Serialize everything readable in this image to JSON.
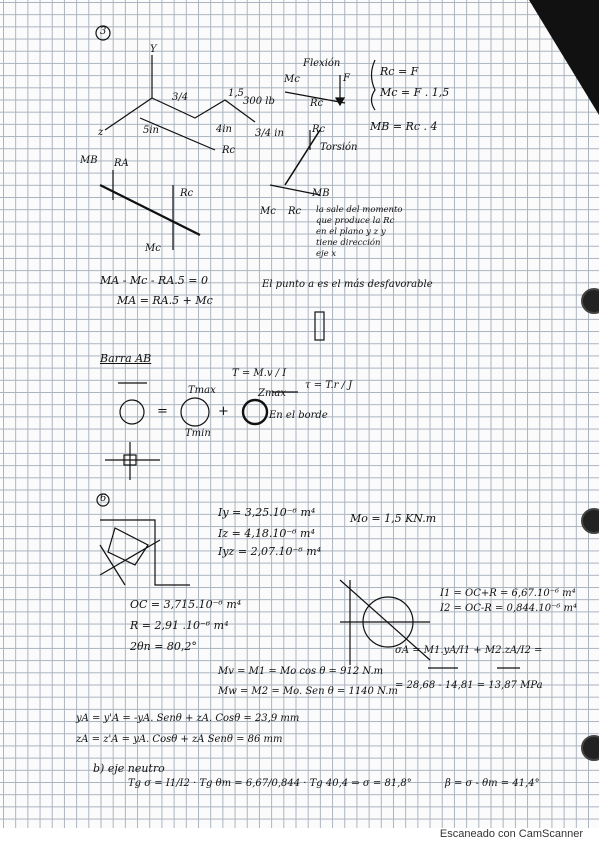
{
  "problem3": {
    "number": "3",
    "y_axis": "Y",
    "z_axis": "z",
    "mc": "Mc",
    "flexion": "Flexión",
    "force": "F",
    "dim_1_5": "1,5",
    "load": "300 lb",
    "dim_5in": "5in",
    "dim_4in": "4in",
    "dim_3_4a": "3/4",
    "dim_3_4b": "3/4 in",
    "ra": "RA",
    "rc": "Rc",
    "mb": "MB",
    "torsion": "Torsión",
    "eq_rc": "Rc = F",
    "eq_mc": "Mc = F . 1,5",
    "eq_mb": "MB = Rc . 4",
    "note_lines": [
      "la sale del momento",
      "que produce la Rc",
      "en el plano y z y",
      "tiene dirección",
      "eje x"
    ],
    "eq1": "MA - Mc - RA.5 = 0",
    "eq2": "MA = RA.5 + Mc",
    "note_point": "El punto a es el más desfavorable"
  },
  "barra": {
    "title": "Barra AB",
    "tau1": "T = M.v / I",
    "tau2": "τ = T.r / J",
    "tmax": "Tmax",
    "tmin": "Tmin",
    "zmax": "Zmax",
    "borde": "En el borde",
    "plus": "+",
    "equals": "="
  },
  "problem6": {
    "number": "6",
    "iy": "Iy = 3,25.10⁻⁶ m⁴",
    "iz": "Iz = 4,18.10⁻⁶ m⁴",
    "iyz": "Iyz = 2,07.10⁻⁶ m⁴",
    "mo": "Mo = 1,5 KN.m",
    "oc": "OC = 3,715.10⁻⁶ m⁴",
    "r": "R = 2,91 .10⁻⁶ m⁴",
    "theta": "2θn = 80,2°",
    "i1": "I1 = OC+R = 6,67.10⁻⁶ m⁴",
    "i2": "I2 = OC-R = 0,844.10⁻⁶ m⁴",
    "mv": "Mv = M1 = Mo cos θ = 912 N.m",
    "mw": "Mw = M2 = Mo. Sen θ = 1140 N.m",
    "sigma": "σA = M1.yA/I1 + M2.zA/I2 =",
    "sigma_result": "= 28,68 - 14,81 = 13,87 MPa",
    "ya": "yA = y'A = -yA. Senθ + zA. Cosθ = 23,9 mm",
    "za": "zA = z'A = yA. Cosθ + zA Senθ = 86 mm",
    "b": "b) eje neutro",
    "tg": "Tg σ = I1/I2 · Tg θm = 6,67/0,844 · Tg 40,4 ⇒ σ = 81,8°",
    "beta": "β = σ - θm = 41,4°"
  },
  "footer": {
    "scanner": "Escaneado con CamScanner"
  }
}
